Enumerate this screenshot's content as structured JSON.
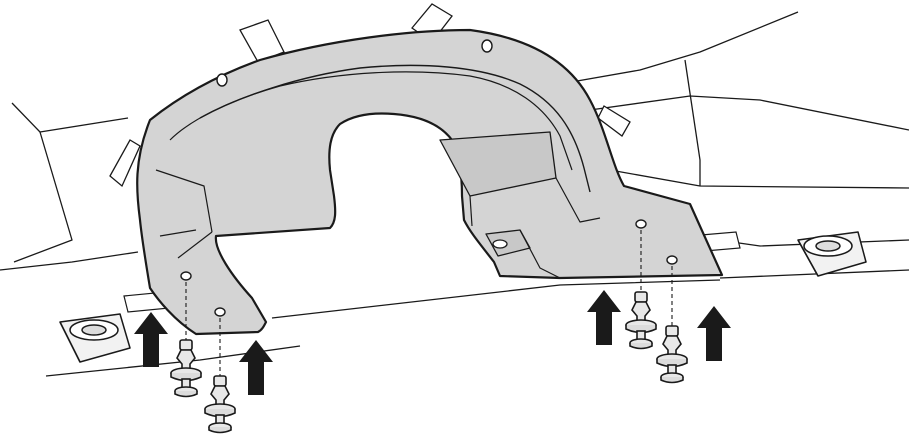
{
  "diagram": {
    "kind": "installation-illustration",
    "icons": [
      "heat-shield-panel",
      "push-pin-clip-icon",
      "up-arrow-icon",
      "mounting-boss-icon"
    ],
    "colors": {
      "shield_fill": "#d4d4d4",
      "shield_face": "#cccccc",
      "outline": "#1a1a1a",
      "arrow": "#1a1a1a",
      "label_patch": "#ffffff"
    },
    "clip_count": 4,
    "arrow_count": 4
  }
}
